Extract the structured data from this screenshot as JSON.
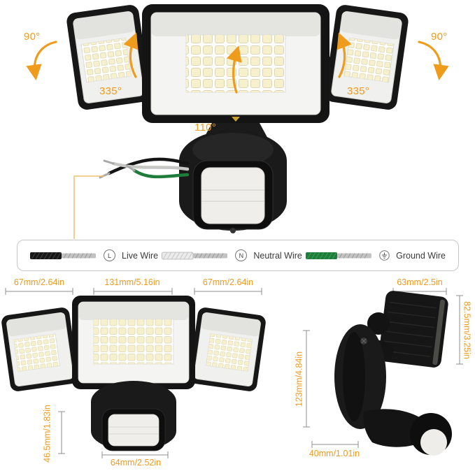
{
  "product": {
    "angles": {
      "left_rotation": "90°",
      "left_swivel": "335°",
      "center_tilt": "110°",
      "right_swivel": "335°",
      "right_rotation": "90°"
    }
  },
  "wire_legend": {
    "live": {
      "symbol": "L",
      "label": "Live Wire"
    },
    "neutral": {
      "symbol": "N",
      "label": "Neutral Wire"
    },
    "ground": {
      "label": "Ground Wire"
    }
  },
  "front_view": {
    "left_head_width": "67mm/2.64in",
    "center_head_width": "131mm/5.16in",
    "right_head_width": "67mm/2.64in",
    "sensor_height": "46.5mm/1.83in",
    "sensor_width": "64mm/2.52in"
  },
  "side_view": {
    "head_depth": "63mm/2.5in",
    "head_height": "82.5mm/3.25in",
    "body_height": "123mm/4.84in",
    "base_depth": "40mm/1.01in"
  },
  "colors": {
    "accent": "#ef9b1c",
    "wire_green": "#1f7c3a",
    "product_black": "#161616",
    "led_tint": "#f6f0cd"
  }
}
